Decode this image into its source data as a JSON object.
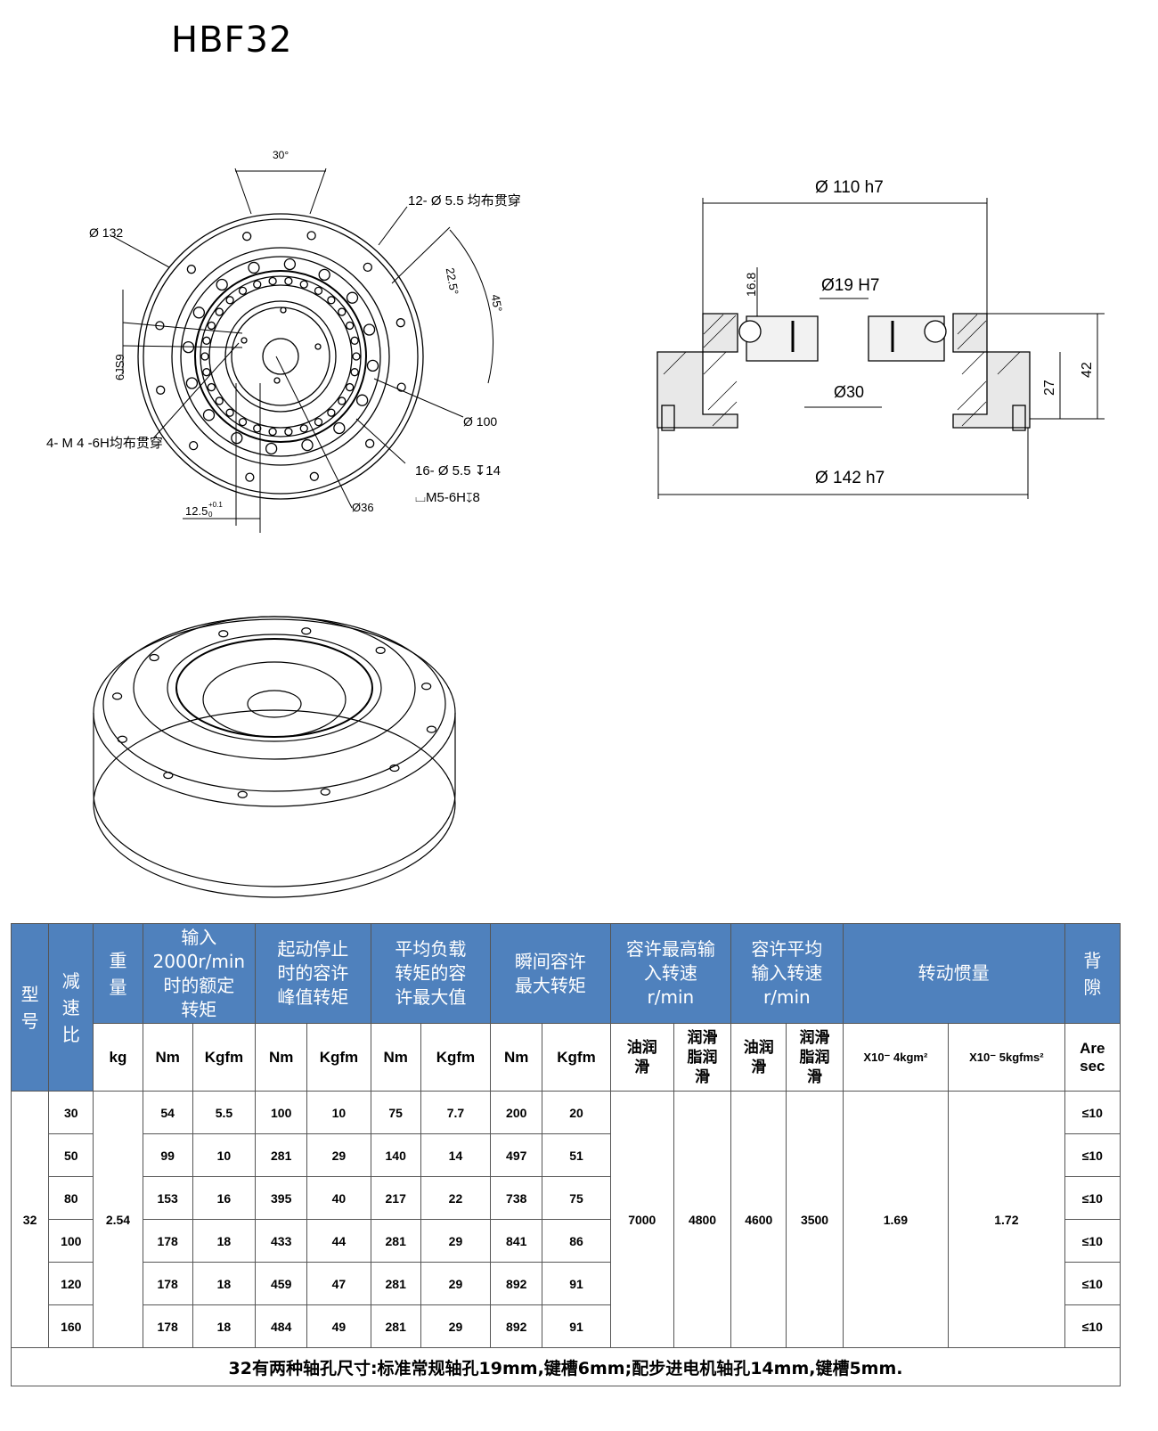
{
  "page": {
    "title": "HBF32"
  },
  "front_view": {
    "angle_top": "30°",
    "dia_132": "Ø 132",
    "holes_12": "12- Ø 5.5 均布贯穿",
    "angle_22": "22.5°",
    "angle_45": "45°",
    "key_6js9": "6JS9",
    "dia_100": "Ø 100",
    "tapped_4": "4- M 4 -6H均布贯穿",
    "holes_16": "16- Ø 5.5 ↧14",
    "tapped_m5": "⌴M5-6H↧8",
    "dim_12_5": "12.5",
    "dim_tol_top": "+0.1",
    "dim_tol_bot": "0",
    "dia_36": "Ø36"
  },
  "section_view": {
    "dia_110": "Ø 110 h7",
    "dia_19": "Ø19 H7",
    "dim_16_8": "16.8",
    "dia_30": "Ø30",
    "dim_27": "27",
    "dim_42": "42",
    "dia_142": "Ø 142 h7"
  },
  "table": {
    "headers": {
      "model": "型号",
      "ratio": "减速比",
      "weight": "重量",
      "rated_a": "输入",
      "rated_b": "2000r/min",
      "rated_c": "时的额定",
      "rated_d": "转矩",
      "peak_a": "起动停止",
      "peak_b": "时的容许",
      "peak_c": "峰值转矩",
      "avg_a": "平均负载",
      "avg_b": "转矩的容",
      "avg_c": "许最大值",
      "inst_a": "瞬间容许",
      "inst_b": "最大转矩",
      "maxspd_a": "容许最高输",
      "maxspd_b": "入转速",
      "maxspd_c": "r/min",
      "avgspd_a": "容许平均",
      "avgspd_b": "输入转速",
      "avgspd_c": "r/min",
      "inertia": "转动惯量",
      "backlash": "背隙"
    },
    "units": {
      "kg": "kg",
      "nm": "Nm",
      "kgfm": "Kgfm",
      "oil_a": "油润",
      "oil_b": "滑",
      "grease_a": "润滑",
      "grease_b": "脂润",
      "grease_c": "滑",
      "inertia1": "X10⁻ 4kgm²",
      "inertia2": "X10⁻ 5kgfms²",
      "arc_a": "Are",
      "arc_b": "sec"
    },
    "model": "32",
    "weight": "2.54",
    "max_oil": "7000",
    "max_grease": "4800",
    "avg_oil": "4600",
    "avg_grease": "3500",
    "inertia1": "1.69",
    "inertia2": "1.72",
    "rows": [
      {
        "ratio": "30",
        "r_nm": "54",
        "r_kg": "5.5",
        "p_nm": "100",
        "p_kg": "10",
        "a_nm": "75",
        "a_kg": "7.7",
        "i_nm": "200",
        "i_kg": "20",
        "bl": "≤10"
      },
      {
        "ratio": "50",
        "r_nm": "99",
        "r_kg": "10",
        "p_nm": "281",
        "p_kg": "29",
        "a_nm": "140",
        "a_kg": "14",
        "i_nm": "497",
        "i_kg": "51",
        "bl": "≤10"
      },
      {
        "ratio": "80",
        "r_nm": "153",
        "r_kg": "16",
        "p_nm": "395",
        "p_kg": "40",
        "a_nm": "217",
        "a_kg": "22",
        "i_nm": "738",
        "i_kg": "75",
        "bl": "≤10"
      },
      {
        "ratio": "100",
        "r_nm": "178",
        "r_kg": "18",
        "p_nm": "433",
        "p_kg": "44",
        "a_nm": "281",
        "a_kg": "29",
        "i_nm": "841",
        "i_kg": "86",
        "bl": "≤10"
      },
      {
        "ratio": "120",
        "r_nm": "178",
        "r_kg": "18",
        "p_nm": "459",
        "p_kg": "47",
        "a_nm": "281",
        "a_kg": "29",
        "i_nm": "892",
        "i_kg": "91",
        "bl": "≤10"
      },
      {
        "ratio": "160",
        "r_nm": "178",
        "r_kg": "18",
        "p_nm": "484",
        "p_kg": "49",
        "a_nm": "281",
        "a_kg": "29",
        "i_nm": "892",
        "i_kg": "91",
        "bl": "≤10"
      }
    ],
    "footer": "32有两种轴孔尺寸:标准常规轴孔19mm,键槽6mm;配步进电机轴孔14mm,键槽5mm."
  }
}
